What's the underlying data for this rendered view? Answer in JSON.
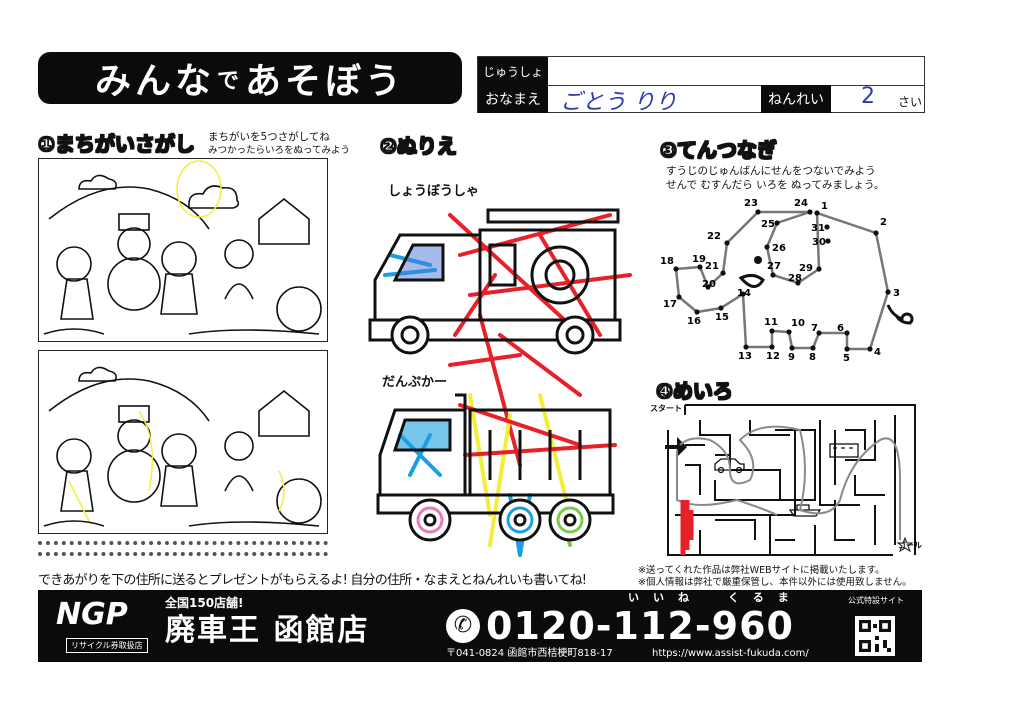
{
  "header": {
    "title_parts": [
      "みんな",
      "で",
      "あそぼう"
    ],
    "address_label": "じゅうしょ",
    "address_value": "",
    "name_label": "おなまえ",
    "name_value": "ごとう りり",
    "age_label": "ねんれい",
    "age_value": "2",
    "age_unit": "さい"
  },
  "section1": {
    "heading": "①まちがいさがし",
    "instruction_line1": "まちがいを5つさがしてね",
    "instruction_line2": "みつかったらいろをぬってみよう"
  },
  "section2": {
    "heading": "②ぬりえ",
    "fire_truck_label": "しょうぼうしゃ",
    "dump_truck_label": "だんぷかー"
  },
  "section3": {
    "heading": "③てんつなぎ",
    "instruction_line1": "すうじのじゅんばんにせんをつないでみよう",
    "instruction_line2": "せんで むすんだら いろを ぬってみましょう。",
    "dots": [
      "1",
      "2",
      "3",
      "4",
      "5",
      "6",
      "7",
      "8",
      "9",
      "10",
      "11",
      "12",
      "13",
      "14",
      "15",
      "16",
      "17",
      "18",
      "19",
      "20",
      "21",
      "22",
      "23",
      "24",
      "25",
      "26",
      "27",
      "28",
      "29",
      "30",
      "31"
    ]
  },
  "section4": {
    "heading": "④めいろ",
    "start_label": "スタート",
    "goal_label": "ゴール"
  },
  "bottom": {
    "submission_text": "できあがりを下の住所に送るとプレゼントがもらえるよ! 自分の住所・なまえとねんれいも書いてね!",
    "note1": "※送ってくれた作品は弊社WEBサイトに掲載いたします。",
    "note2": "※個人情報は弊社で厳重保管し、本件以外には使用致しません。"
  },
  "footer": {
    "logo_text": "NGP",
    "logo_sub": "リサイクル券取扱店",
    "tagline": "全国150店舗!",
    "store_name": "廃車王 函館店",
    "phone": "0120-112-960",
    "phone_reading": "いいね　くるま",
    "address": "〒041-0824 函館市西桔梗町818-17",
    "url": "https://www.assist-fukuda.com/",
    "qr_label": "公式特設サイト"
  },
  "colors": {
    "ink": "#0d0a0b",
    "handwriting": "#2b3bb0",
    "crayon_red": "#e8202a",
    "crayon_blue": "#1aa0e0",
    "crayon_yellow": "#f2ee3a",
    "crayon_green": "#7cc84a"
  }
}
